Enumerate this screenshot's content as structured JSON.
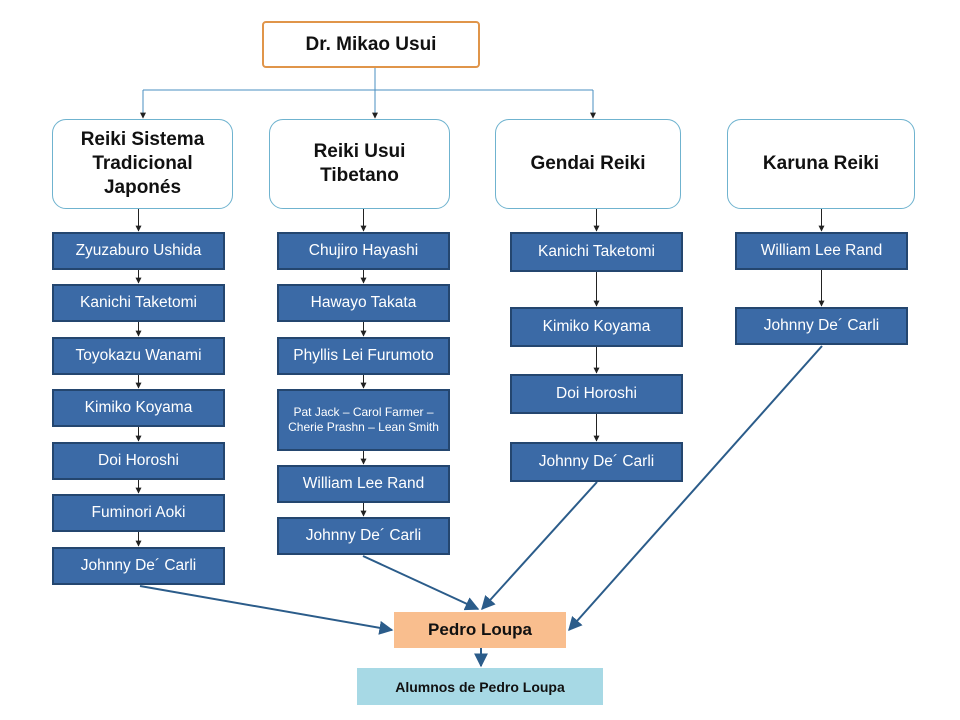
{
  "root": "Dr. Mikao Usui",
  "branches": [
    {
      "lines": [
        "Reiki Sistema",
        "Tradicional",
        "Japonés"
      ],
      "teachers": [
        "Zyuzaburo Ushida",
        "Kanichi Taketomi",
        "Toyokazu Wanami",
        "Kimiko Koyama",
        "Doi Horoshi",
        "Fuminori Aoki",
        "Johnny De´ Carli"
      ]
    },
    {
      "lines": [
        "Reiki Usui",
        "Tibetano"
      ],
      "teachers": [
        "Chujiro Hayashi",
        "Hawayo Takata",
        "Phyllis Lei Furumoto",
        "Pat Jack – Carol Farmer – Cherie Prashn – Lean Smith",
        "William Lee Rand",
        "Johnny De´ Carli"
      ]
    },
    {
      "lines": [
        "Gendai Reiki"
      ],
      "teachers": [
        "Kanichi Taketomi",
        "Kimiko Koyama",
        "Doi Horoshi",
        "Johnny De´ Carli"
      ]
    },
    {
      "lines": [
        "Karuna Reiki"
      ],
      "teachers": [
        "William Lee Rand",
        "Johnny De´ Carli"
      ]
    }
  ],
  "pedro": "Pedro Loupa",
  "alumnos": "Alumnos de Pedro Loupa",
  "colors": {
    "teacher_fill": "#3b6aa6",
    "root_border": "#e0954a",
    "branch_border": "#6fb3cf",
    "pedro_fill": "#f9be8e",
    "alumnos_fill": "#a7d9e5",
    "connector": "#2b5c8a"
  }
}
